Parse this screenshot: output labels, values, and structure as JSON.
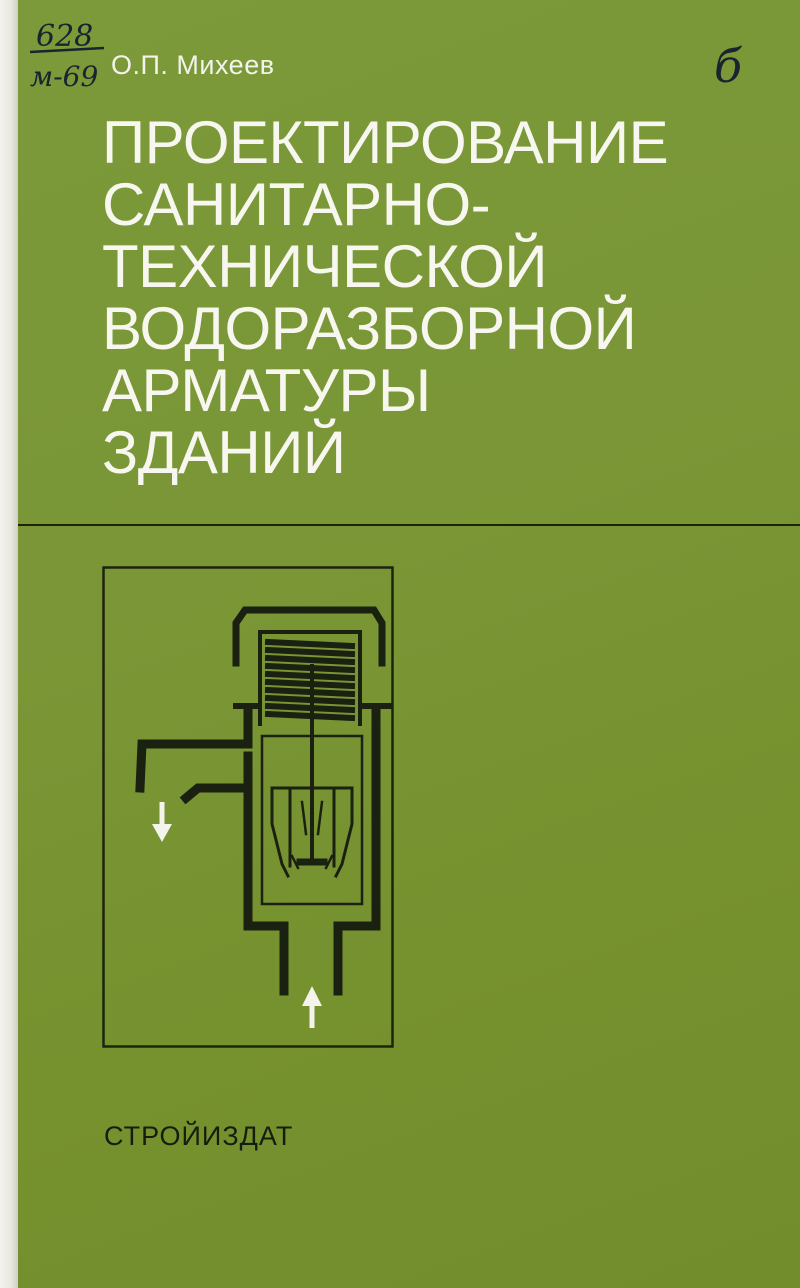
{
  "book": {
    "author": "О.П. Михеев",
    "title_lines": [
      "ПРОЕКТИРОВАНИЕ",
      "САНИТАРНО-",
      "ТЕХНИЧЕСКОЙ",
      "ВОДОРАЗБОРНОЙ",
      "АРМАТУРЫ",
      "ЗДАНИЙ"
    ],
    "publisher": "СТРОЙИЗДАТ"
  },
  "handwritten": {
    "shelfmark_top": "628",
    "shelfmark_bottom": "м-69",
    "corner_mark": "б"
  },
  "colors": {
    "cover": "#7a9636",
    "title_text": "#f7f7f0",
    "ink": "#1c2410"
  },
  "icons": [
    "water-flow-down-arrow-icon",
    "water-flow-up-arrow-icon"
  ]
}
